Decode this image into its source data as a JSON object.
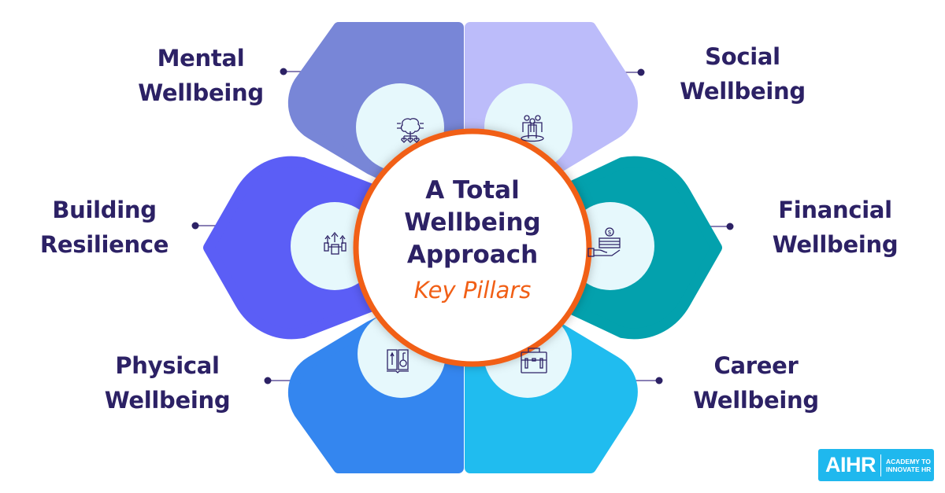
{
  "center": {
    "title_lines": [
      "A Total",
      "Wellbeing",
      "Approach"
    ],
    "subtitle": "Key Pillars",
    "ring_color": "#f15f16"
  },
  "pillars": [
    {
      "id": "mental",
      "label_lines": [
        "Mental",
        "Wellbeing"
      ],
      "icon": "brain-hearts-icon",
      "color": "#7886d7",
      "position": "top-left"
    },
    {
      "id": "social",
      "label_lines": [
        "Social",
        "Wellbeing"
      ],
      "icon": "group-people-icon",
      "color": "#bcbcfa",
      "position": "top-right"
    },
    {
      "id": "resilience",
      "label_lines": [
        "Building",
        "Resilience"
      ],
      "icon": "dumbbell-arrows-icon",
      "color": "#5b5ef6",
      "position": "left"
    },
    {
      "id": "financial",
      "label_lines": [
        "Financial",
        "Wellbeing"
      ],
      "icon": "hand-money-icon",
      "color": "#03a1ad",
      "position": "right"
    },
    {
      "id": "physical",
      "label_lines": [
        "Physical",
        "Wellbeing"
      ],
      "icon": "book-health-icon",
      "color": "#3486ef",
      "position": "bottom-left"
    },
    {
      "id": "career",
      "label_lines": [
        "Career",
        "Wellbeing"
      ],
      "icon": "briefcase-icon",
      "color": "#20bcef",
      "position": "bottom-right"
    }
  ],
  "colors": {
    "text": "#2c2165",
    "icon_circle": "#e6f8fc",
    "connector": "#8a80b5",
    "connector_dot": "#2c2165"
  },
  "logo": {
    "main": "AIHR",
    "tag_lines": [
      "ACADEMY TO",
      "INNOVATE HR"
    ],
    "color": "#1fb8ee"
  }
}
